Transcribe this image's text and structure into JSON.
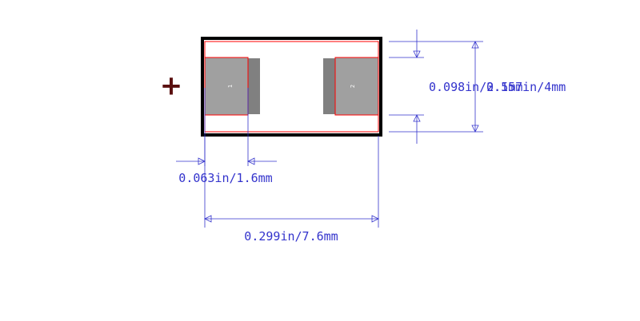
{
  "pads": [
    {
      "number": "1"
    },
    {
      "number": "2"
    }
  ],
  "polarity_mark": "+",
  "dimensions": {
    "pad_width": "0.063in/1.6mm",
    "overall_length": "0.299in/7.6mm",
    "pad_height": "0.098in/2.5mm",
    "body_height": "0.157in/4mm"
  },
  "colors": {
    "outline": "#000000",
    "courtyard": "#ff0000",
    "pad_fill": "#a0a0a0",
    "pad_shadow": "#808080",
    "dimension": "#3333cc",
    "polarity": "#5a0f0f"
  }
}
